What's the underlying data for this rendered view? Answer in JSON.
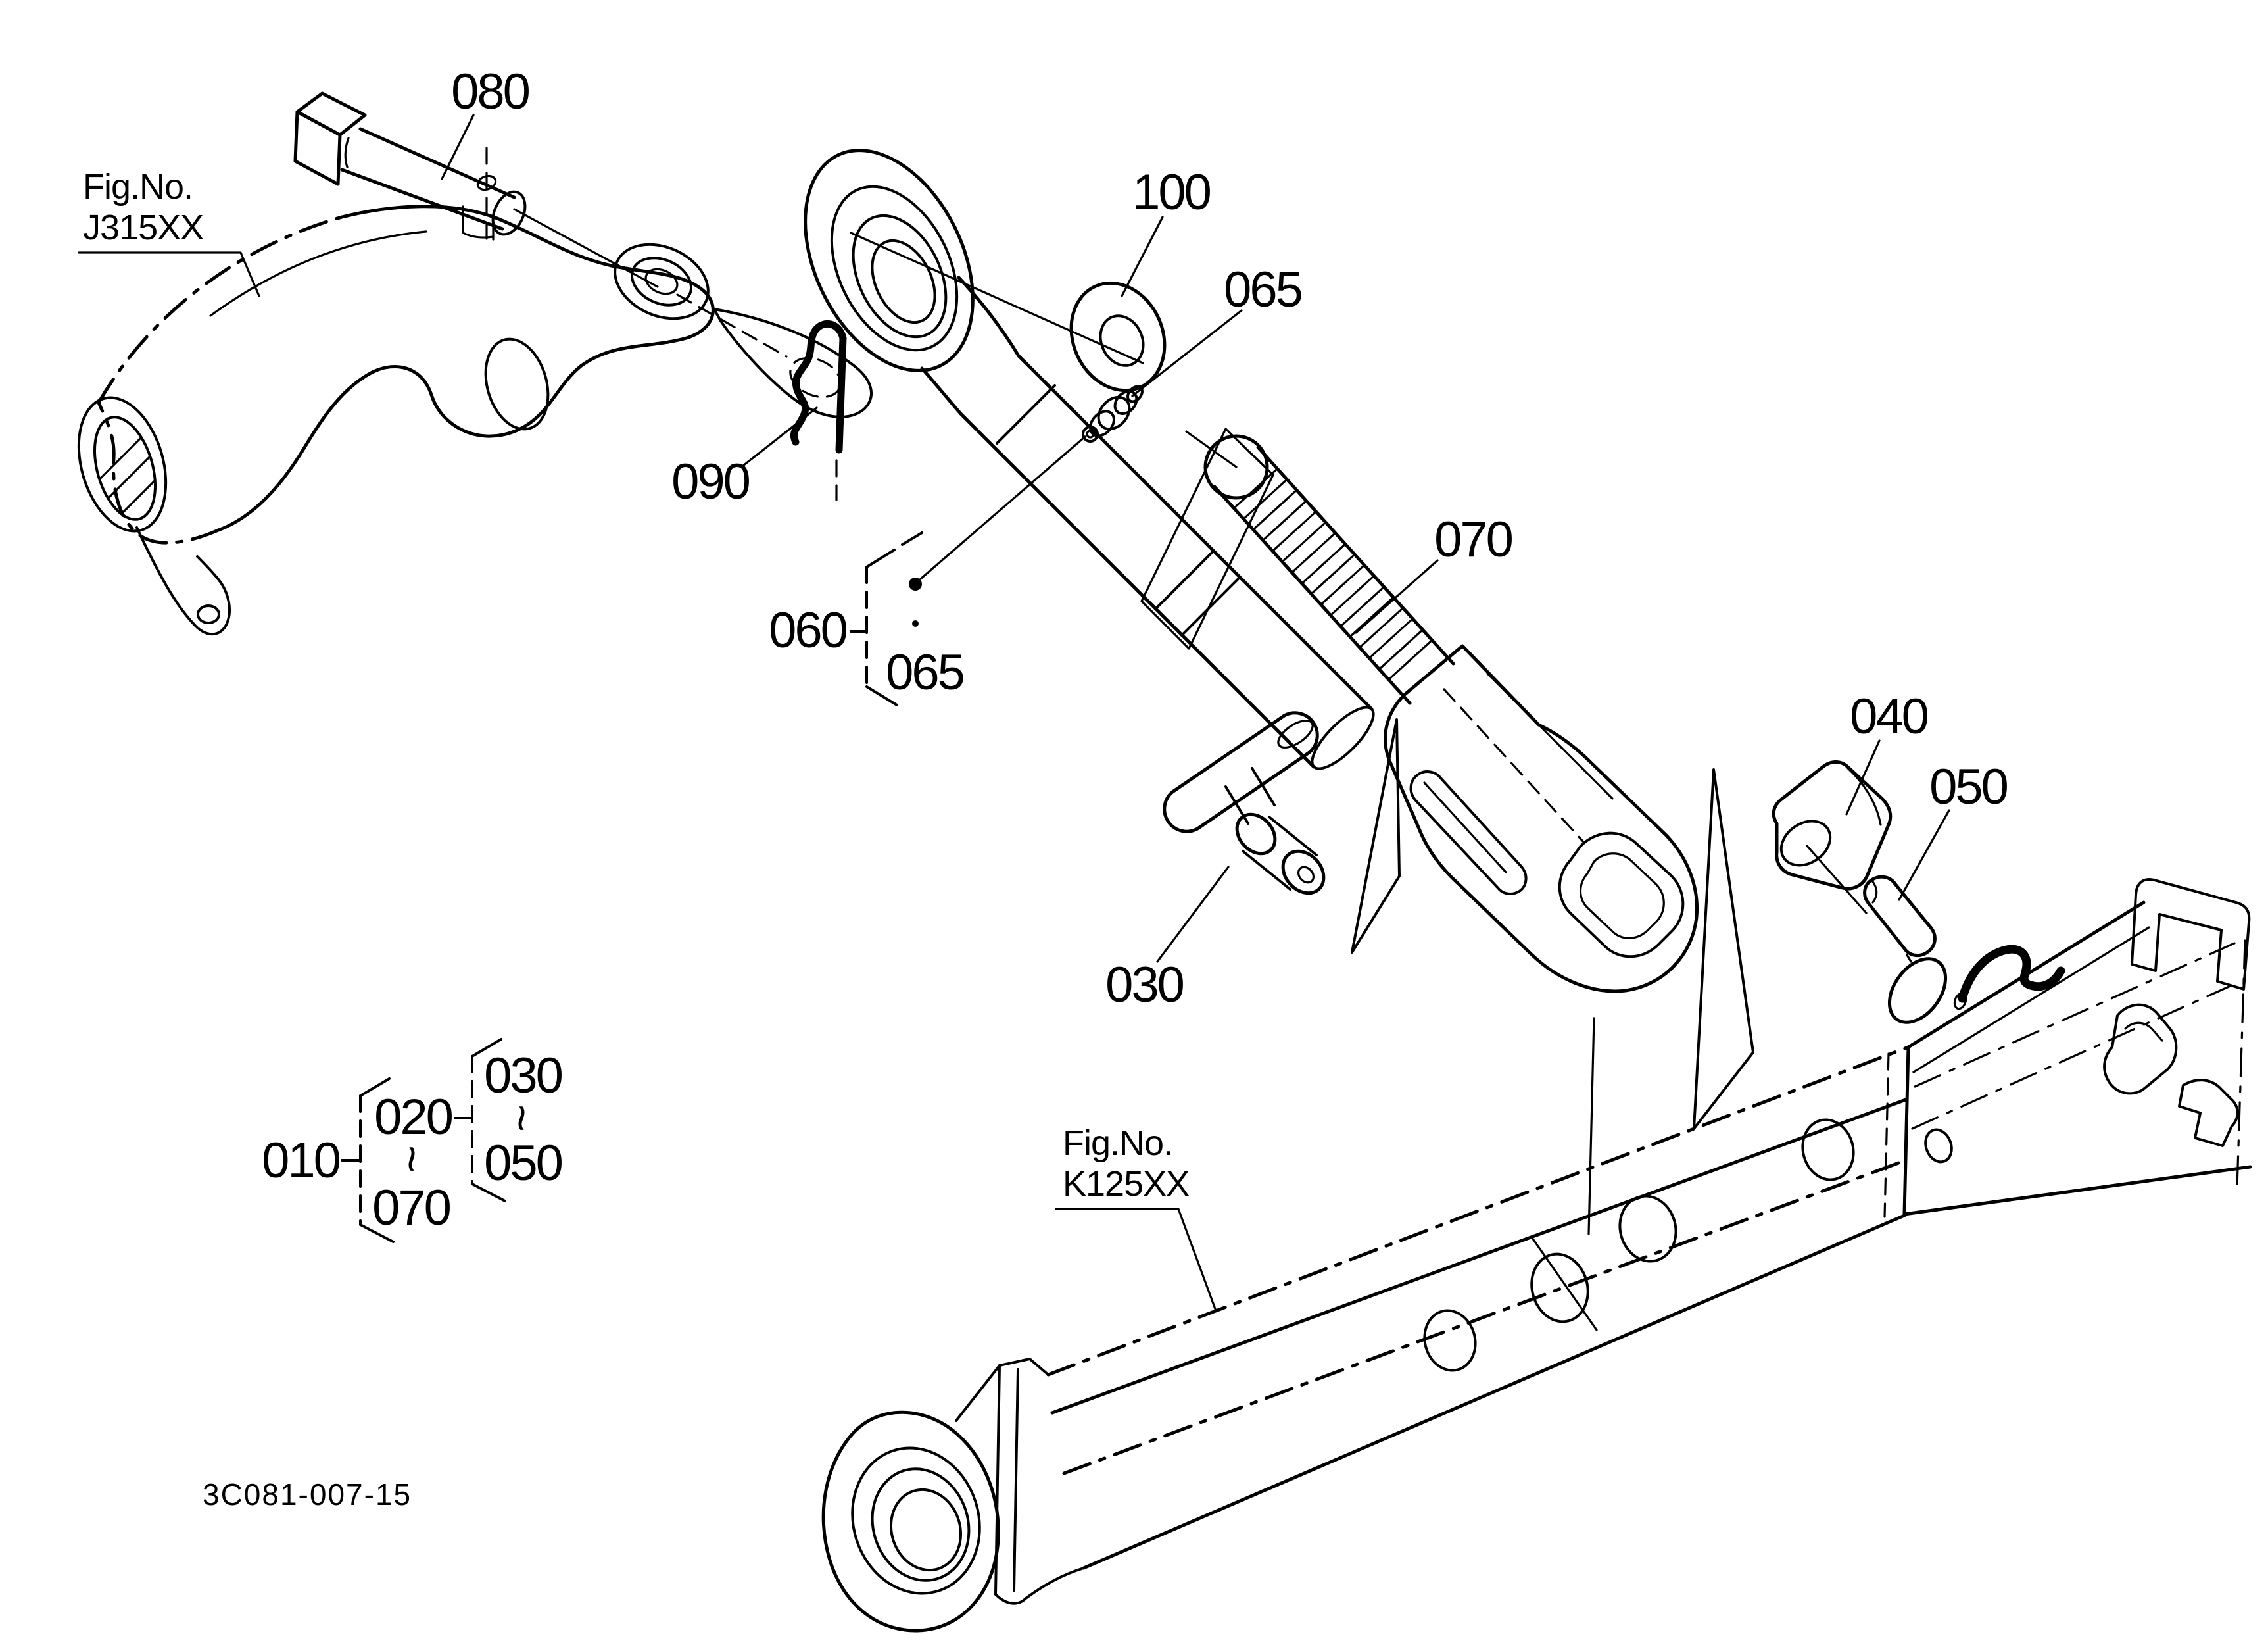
{
  "page": {
    "background": "#ffffff",
    "line_color": "#000000"
  },
  "drawing_number": "3C081-007-15",
  "figure_refs": {
    "lift_arm": {
      "prefix": "Fig.No.",
      "code": "J315XX"
    },
    "lower_link": {
      "prefix": "Fig.No.",
      "code": "K125XX"
    }
  },
  "callouts": {
    "lynch_pin_top": "080",
    "washer": "100",
    "grease_nipple": "065",
    "snap_pin": "090",
    "lifting_rod_assembly": "060",
    "grease_nipple_in_assembly": "065",
    "screw": "070",
    "handle": "030",
    "nut": "040",
    "pin": "050"
  },
  "grouping": {
    "assembly": "010",
    "sub_assembly": "020",
    "assembly_range_end": "070",
    "sub_range_start": "030",
    "sub_range_end": "050",
    "tilde": "~"
  }
}
